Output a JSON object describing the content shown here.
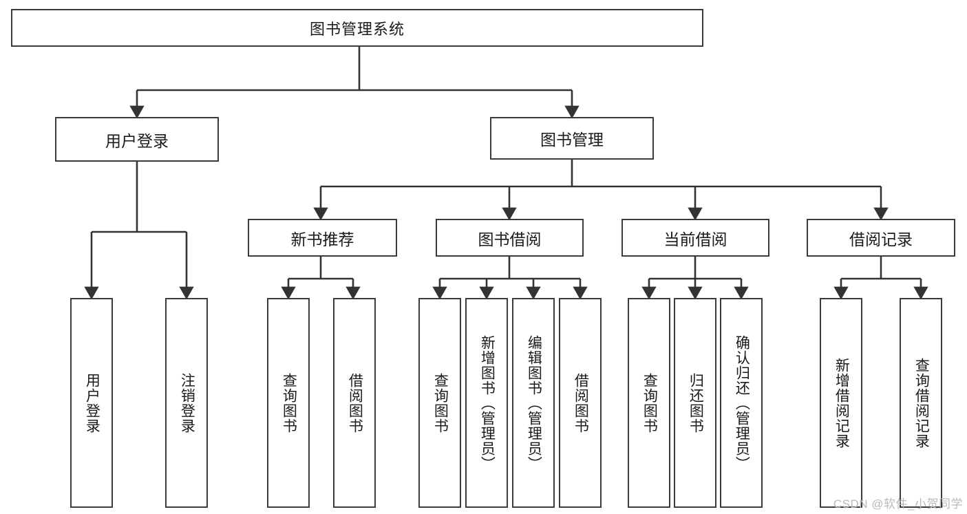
{
  "diagram": {
    "type": "tree",
    "title": "图书管理系统",
    "root": {
      "label": "图书管理系统"
    },
    "level2": [
      {
        "label": "用户登录"
      },
      {
        "label": "图书管理"
      }
    ],
    "level3": [
      {
        "label": "新书推荐"
      },
      {
        "label": "图书借阅"
      },
      {
        "label": "当前借阅"
      },
      {
        "label": "借阅记录"
      }
    ],
    "leaves": {
      "user_login": [
        {
          "label": "用户登录"
        },
        {
          "label": "注销登录"
        }
      ],
      "new_book_recommend": [
        {
          "label": "查询图书"
        },
        {
          "label": "借阅图书"
        }
      ],
      "book_borrow": [
        {
          "label": "查询图书"
        },
        {
          "label": "新增图书（管理员）"
        },
        {
          "label": "编辑图书（管理员）"
        },
        {
          "label": "借阅图书"
        }
      ],
      "current_borrow": [
        {
          "label": "查询图书"
        },
        {
          "label": "归还图书"
        },
        {
          "label": "确认归还（管理员）"
        }
      ],
      "borrow_record": [
        {
          "label": "新增借阅记录"
        },
        {
          "label": "查询借阅记录"
        }
      ]
    }
  },
  "watermark": {
    "text": "CSDN @软件_小贺同学"
  },
  "colors": {
    "box_border": "#3a3a3a",
    "box_fill": "#ffffff",
    "text": "#1a1a1a",
    "wire": "#333333",
    "watermark": "#b9b9b9"
  }
}
